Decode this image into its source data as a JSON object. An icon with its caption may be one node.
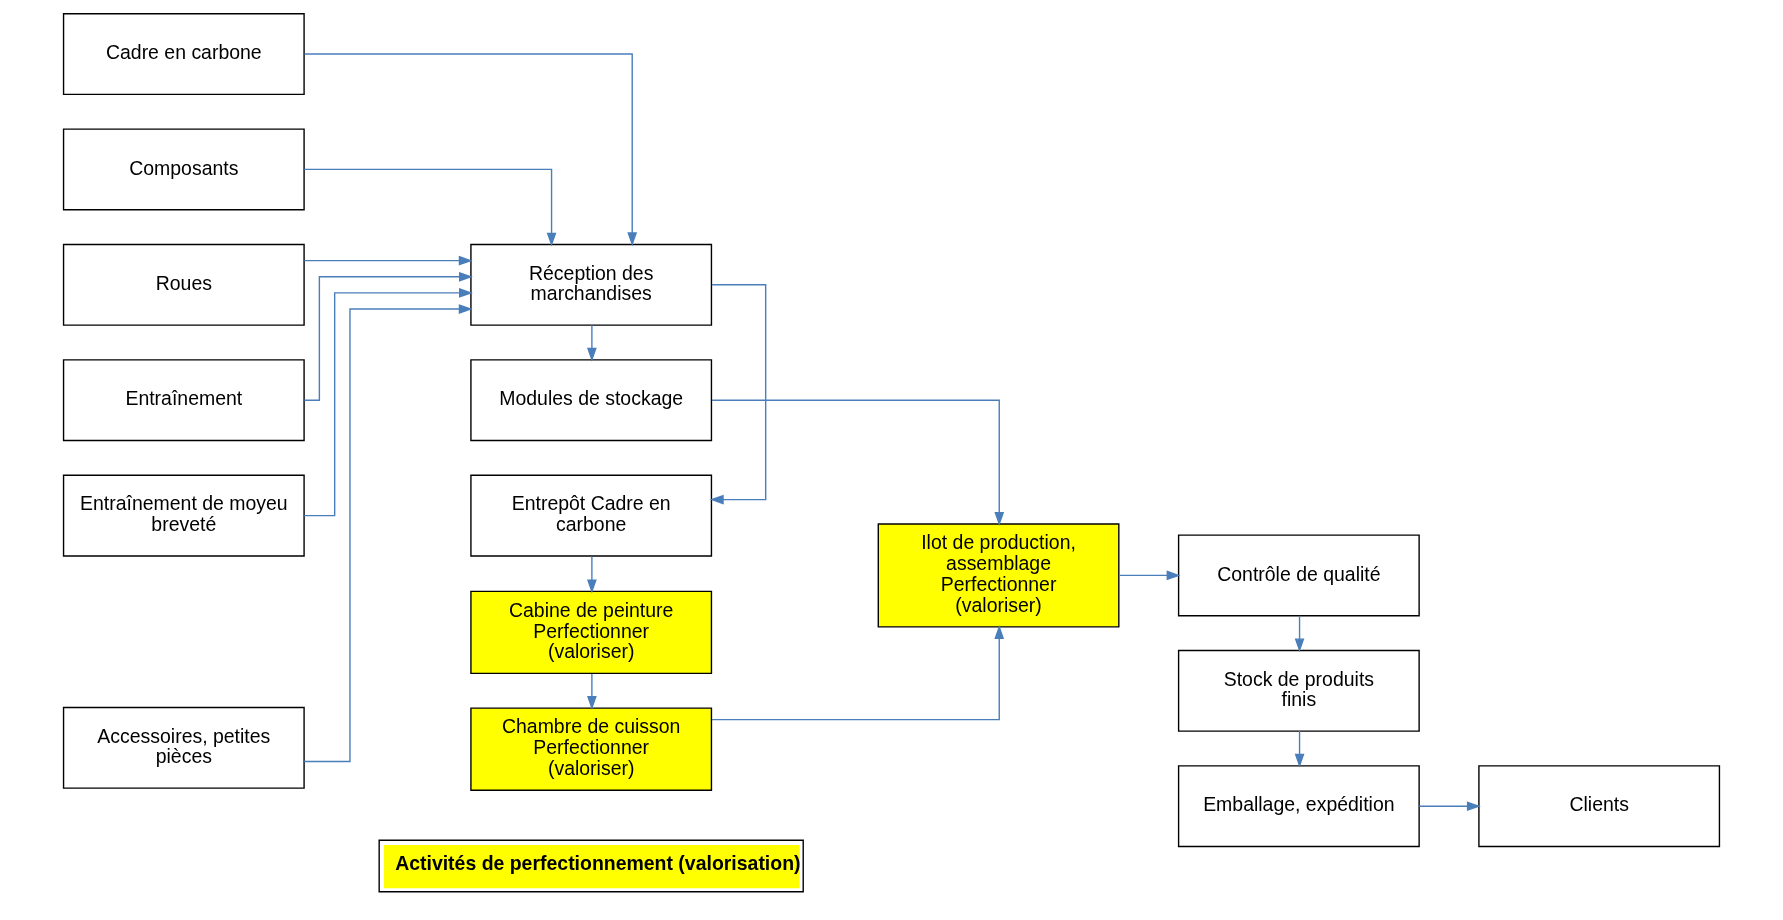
{
  "diagram": {
    "nodes": [
      {
        "text": [
          "Cadre en carbone"
        ]
      },
      {
        "text": [
          "Composants"
        ]
      },
      {
        "text": [
          "Roues"
        ]
      },
      {
        "text": [
          "Entraînement"
        ]
      },
      {
        "text": [
          "Entraînement de moyeu breveté"
        ]
      },
      {
        "text": [
          "Accessoires, petites pièces"
        ]
      },
      {
        "text": [
          "Chambre de cuisson Perfectionner (valoriser)"
        ]
      },
      {
        "text": [
          "Cabine de peinture Perfectionner (valoriser)"
        ]
      },
      {
        "text": [
          "Entrepôt Cadre en carbone"
        ]
      },
      {
        "text": [
          "Réception des marchandises"
        ]
      },
      {
        "text": [
          "Modules de stockage"
        ]
      },
      {
        "text": [
          "Ilot de production, assemblage Perfectionner (valoriser)"
        ]
      },
      {
        "text": [
          "Contrôle de qualité"
        ]
      },
      {
        "text": [
          "Stock de produits finis"
        ]
      },
      {
        "text": [
          "Emballage, expédition"
        ]
      },
      {
        "text": [
          "Clients"
        ]
      }
    ],
    "edges": [
      {
        "from": 0,
        "to": 9,
        "arrow": "to"
      },
      {
        "from": 1,
        "to": 9,
        "arrow": "to"
      },
      {
        "from": 2,
        "to": 9,
        "arrow": "to"
      },
      {
        "from": 3,
        "to": 9,
        "arrow": "to"
      },
      {
        "from": 4,
        "to": 9,
        "arrow": "to"
      },
      {
        "from": 5,
        "to": 9,
        "arrow": "to"
      },
      {
        "from": 9,
        "to": 8,
        "arrow": "to"
      },
      {
        "from": 8,
        "to": 7,
        "arrow": "to"
      },
      {
        "from": 7,
        "to": 6,
        "arrow": "to"
      },
      {
        "from": 9,
        "to": 10,
        "arrow": "to"
      },
      {
        "from": 6,
        "to": 11,
        "arrow": "to"
      },
      {
        "from": 10,
        "to": 11,
        "arrow": "to"
      },
      {
        "from": 11,
        "to": 12,
        "arrow": "to"
      },
      {
        "from": 12,
        "to": 13,
        "arrow": "to"
      },
      {
        "from": 13,
        "to": 14,
        "arrow": "to"
      },
      {
        "from": 14,
        "to": 15,
        "arrow": "to"
      }
    ],
    "legend": [
      {
        "text": "Activités de perfectionnement (valorisation)",
        "color": "#ffff00"
      }
    ]
  }
}
